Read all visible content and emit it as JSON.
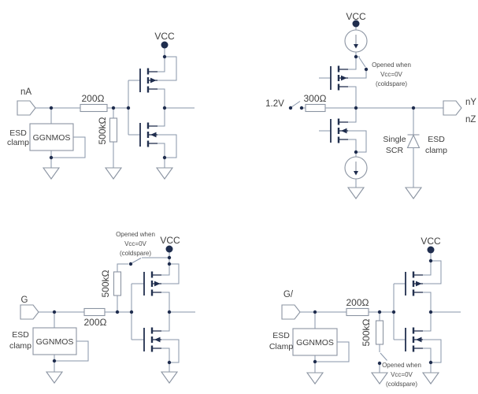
{
  "colors": {
    "wire": "#8795aa",
    "component_outline": "#8b94a2",
    "dark_accent": "#1f2d4e",
    "text": "#3f3f3f",
    "background": "#ffffff"
  },
  "top_left": {
    "pin_label": "nA",
    "vcc_label": "VCC",
    "series_resistor": "200Ω",
    "shunt_resistor": "500kΩ",
    "esd_line1": "ESD",
    "esd_line2": "clamp",
    "esd_block": "GGNMOS"
  },
  "top_right": {
    "vcc_label": "VCC",
    "switch_note_line1": "Opened when",
    "switch_note_line2": "Vcc=0V",
    "switch_note_line3": "(coldspare)",
    "input_label": "1.2V",
    "series_resistor": "300Ω",
    "output_label_1": "nY",
    "output_label_2": "nZ",
    "scr_line1": "Single",
    "scr_line2": "SCR",
    "esd_line1": "ESD",
    "esd_line2": "clamp"
  },
  "bottom_left": {
    "pin_label": "G",
    "vcc_label": "VCC",
    "series_resistor": "200Ω",
    "shunt_resistor": "500kΩ",
    "switch_note_line1": "Opened when",
    "switch_note_line2": "Vcc=0V",
    "switch_note_line3": "(coldspare)",
    "esd_line1": "ESD",
    "esd_line2": "clamp",
    "esd_block": "GGNMOS"
  },
  "bottom_right": {
    "pin_label": "G/",
    "vcc_label": "VCC",
    "series_resistor": "200Ω",
    "shunt_resistor": "500kΩ",
    "switch_note_line1": "Opened when",
    "switch_note_line2": "Vcc=0V",
    "switch_note_line3": "(coldspare)",
    "esd_line1": "ESD",
    "esd_line2": "Clamp",
    "esd_block": "GGNMOS"
  }
}
